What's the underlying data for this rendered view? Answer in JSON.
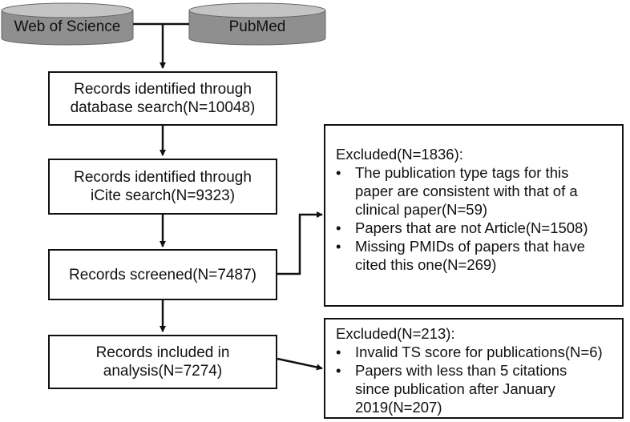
{
  "databases": [
    {
      "label": "Web of Science"
    },
    {
      "label": "PubMed"
    }
  ],
  "flow_boxes": [
    {
      "line1": "Records identified through",
      "line2": "database search(N=10048)"
    },
    {
      "line1": "Records identified through",
      "line2": "iCite search(N=9323)"
    },
    {
      "line1": "Records screened(N=7487)",
      "line2": ""
    },
    {
      "line1": "Records included in",
      "line2": "analysis(N=7274)"
    }
  ],
  "excluded_boxes": [
    {
      "title": "Excluded(N=1836):",
      "items": [
        [
          "The publication type tags for this",
          "paper are consistent with that of a",
          "clinical paper(N=59)"
        ],
        [
          "Papers that are not Article(N=1508)"
        ],
        [
          "Missing PMIDs of papers that have",
          "cited this one(N=269)"
        ]
      ]
    },
    {
      "title": "Excluded(N=213):",
      "items": [
        [
          "Invalid TS score for publications(N=6)"
        ],
        [
          "Papers with less than 5 citations",
          "since publication after January",
          "2019(N=207)"
        ]
      ]
    }
  ],
  "bullet_symbol": "•",
  "colors": {
    "database_fill": "#8f8f8f",
    "database_top": "#c4c4c4",
    "stroke": "#111111"
  }
}
